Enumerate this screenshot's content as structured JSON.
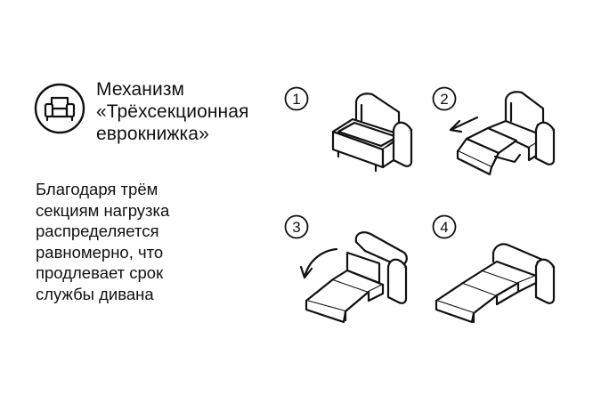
{
  "title": {
    "line1": "Механизм",
    "line2": "«Трёхсекционная",
    "line3": "еврокнижка»"
  },
  "description": {
    "lines": [
      "Благодаря трём",
      "секциям нагрузка",
      "распределяется",
      "равномерно, что",
      "продлевает срок",
      "службы дивана"
    ]
  },
  "steps": [
    {
      "number": "1"
    },
    {
      "number": "2"
    },
    {
      "number": "3"
    },
    {
      "number": "4"
    }
  ],
  "colors": {
    "line": "#111111",
    "background": "#ffffff"
  },
  "icons": {
    "badge": "armchair-icon",
    "step2": "arrow-left-icon",
    "step3": "rotate-arrow-icon"
  }
}
